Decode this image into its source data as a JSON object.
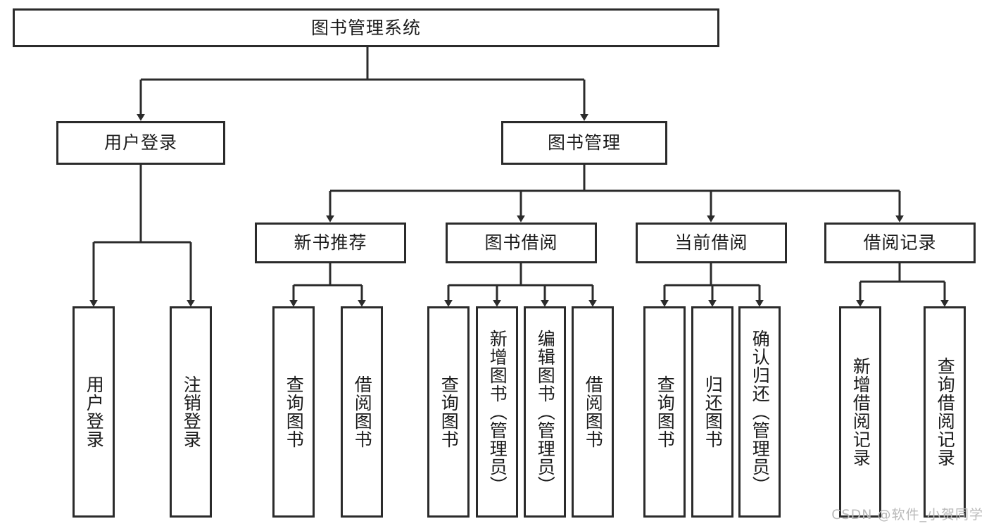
{
  "diagram": {
    "title": "图书管理系统",
    "watermark": "CSDN @软件_小贺同学",
    "accent_color": "#2b2b2b",
    "background_color": "#ffffff",
    "text_color": "#1b1b1b",
    "watermark_color": "#b9b9b9"
  },
  "nodes": {
    "root": {
      "label": "图书管理系统"
    },
    "level2": [
      {
        "label": "用户登录"
      },
      {
        "label": "图书管理"
      }
    ],
    "level3": [
      {
        "label": "新书推荐"
      },
      {
        "label": "图书借阅"
      },
      {
        "label": "当前借阅"
      },
      {
        "label": "借阅记录"
      }
    ],
    "leaves": {
      "user_login": [
        {
          "label": "用户登录"
        },
        {
          "label": "注销登录"
        }
      ],
      "new_book_recommend": [
        {
          "label": "查询图书"
        },
        {
          "label": "借阅图书"
        }
      ],
      "book_borrow": [
        {
          "label": "查询图书"
        },
        {
          "label": "新增图书（管理员）"
        },
        {
          "label": "编辑图书（管理员）"
        },
        {
          "label": "借阅图书"
        }
      ],
      "current_borrow": [
        {
          "label": "查询图书"
        },
        {
          "label": "归还图书"
        },
        {
          "label": "确认归还（管理员）"
        }
      ],
      "borrow_record": [
        {
          "label": "新增借阅记录"
        },
        {
          "label": "查询借阅记录"
        }
      ]
    }
  }
}
